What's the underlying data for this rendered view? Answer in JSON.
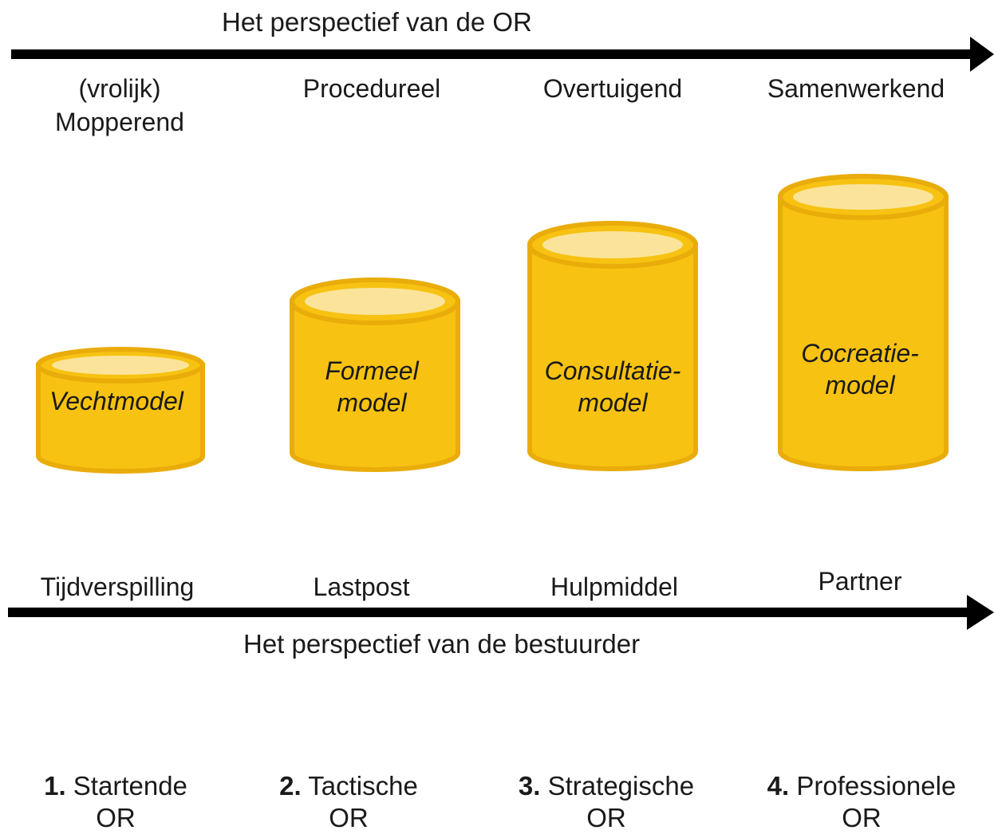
{
  "or_perspective": {
    "title": "Het perspectief van de OR",
    "columns": [
      "(vrolijk)\nMopperend",
      "Procedureel",
      "Overtuigend",
      "Samenwerkend"
    ]
  },
  "models": [
    {
      "line1": "Vechtmodel",
      "line2": ""
    },
    {
      "line1": "Formeel",
      "line2": "model"
    },
    {
      "line1": "Consultatie-",
      "line2": "model"
    },
    {
      "line1": "Cocreatie-",
      "line2": "model"
    }
  ],
  "board_perspective": {
    "title": "Het perspectief van de bestuurder",
    "columns": [
      "Tijdverspilling",
      "Lastpost",
      "Hulpmiddel",
      "Partner"
    ]
  },
  "stages": [
    {
      "number": "1.",
      "name": "Startende",
      "suffix": "OR"
    },
    {
      "number": "2.",
      "name": "Tactische",
      "suffix": "OR"
    },
    {
      "number": "3.",
      "name": "Strategische",
      "suffix": "OR"
    },
    {
      "number": "4.",
      "name": "Professionele",
      "suffix": "OR"
    }
  ],
  "colors": {
    "cylinder_fill": "#f7c211",
    "cylinder_stroke": "#e9ac0a",
    "cylinder_top": "#fbe49a",
    "arrow": "#000000"
  }
}
